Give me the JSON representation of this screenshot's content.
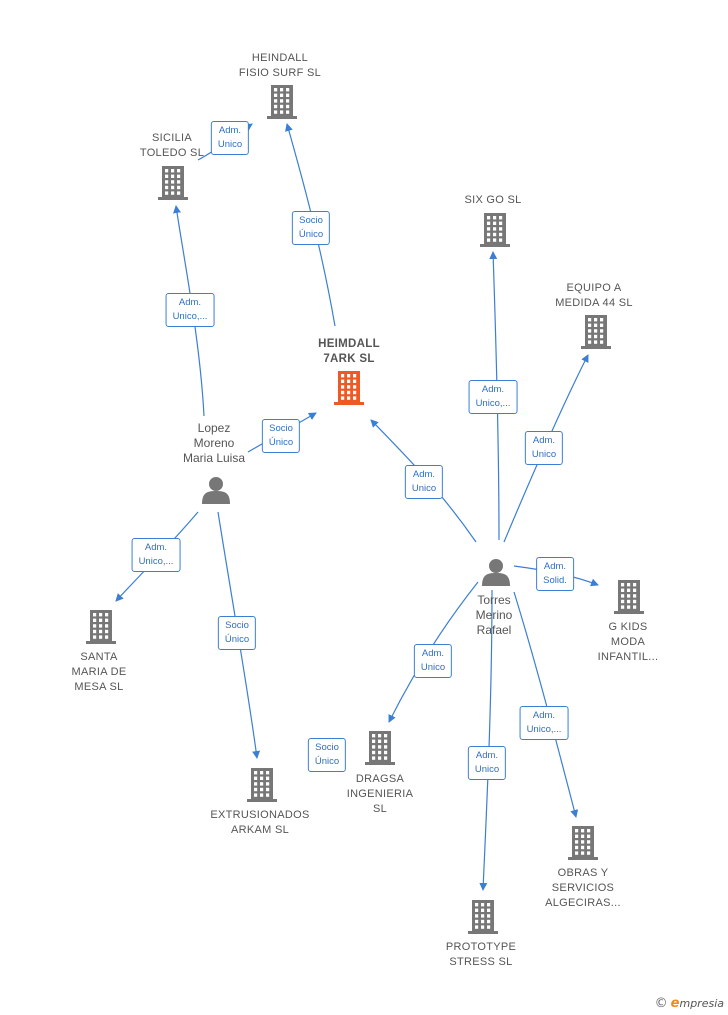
{
  "colors": {
    "building": "#777777",
    "center_building": "#ef5a24",
    "person": "#777777",
    "edge": "#3b7fd4",
    "label_border": "#3b7fd4"
  },
  "nodes": [
    {
      "id": "heimdall7ark",
      "kind": "center",
      "lines": [
        "HEIMDALL",
        "7ARK  SL"
      ]
    },
    {
      "id": "heimdallfisio",
      "kind": "company",
      "lines": [
        "HEINDALL",
        "FISIO SURF  SL"
      ]
    },
    {
      "id": "siciliatoledo",
      "kind": "company",
      "lines": [
        "SICILIA",
        "TOLEDO  SL"
      ]
    },
    {
      "id": "sixgo",
      "kind": "company",
      "lines": [
        "SIX GO  SL"
      ]
    },
    {
      "id": "equipoa",
      "kind": "company",
      "lines": [
        "EQUIPO A",
        "MEDIDA 44  SL"
      ]
    },
    {
      "id": "gkids",
      "kind": "company",
      "lines": [
        "G KIDS",
        "MODA",
        "INFANTIL..."
      ]
    },
    {
      "id": "santamaria",
      "kind": "company",
      "lines": [
        "SANTA",
        "MARIA DE",
        "MESA SL"
      ]
    },
    {
      "id": "extrusionados",
      "kind": "company",
      "lines": [
        "EXTRUSIONADOS",
        "ARKAM  SL"
      ]
    },
    {
      "id": "dragsa",
      "kind": "company",
      "lines": [
        "DRAGSA",
        "INGENIERIA",
        "SL"
      ]
    },
    {
      "id": "prototype",
      "kind": "company",
      "lines": [
        "PROTOTYPE",
        "STRESS SL"
      ]
    },
    {
      "id": "obras",
      "kind": "company",
      "lines": [
        "OBRAS Y",
        "SERVICIOS",
        "ALGECIRAS..."
      ]
    },
    {
      "id": "lopez",
      "kind": "person",
      "lines": [
        "Lopez",
        "Moreno",
        "Maria Luisa"
      ]
    },
    {
      "id": "torres",
      "kind": "person",
      "lines": [
        "Torres",
        "Merino",
        "Rafael"
      ]
    }
  ],
  "edges": [
    {
      "from": "lopez",
      "to": "heimdall7ark",
      "label": [
        "Socio",
        "Único"
      ]
    },
    {
      "from": "lopez",
      "to": "siciliatoledo",
      "label": [
        "Adm.",
        "Unico,..."
      ]
    },
    {
      "from": "lopez",
      "to": "santamaria",
      "label": [
        "Adm.",
        "Unico,..."
      ]
    },
    {
      "from": "lopez",
      "to": "extrusionados",
      "label": [
        "Socio",
        "Único"
      ]
    },
    {
      "from": "heimdall7ark",
      "to": "heimdallfisio",
      "label": [
        "Socio",
        "Único"
      ]
    },
    {
      "from": "siciliatoledo",
      "to": "heimdallfisio",
      "label": [
        "Adm.",
        "Unico"
      ]
    },
    {
      "from": "torres",
      "to": "heimdall7ark",
      "label": [
        "Adm.",
        "Unico"
      ]
    },
    {
      "from": "torres",
      "to": "sixgo",
      "label": [
        "Adm.",
        "Unico,..."
      ]
    },
    {
      "from": "torres",
      "to": "equipoa",
      "label": [
        "Adm.",
        "Unico"
      ]
    },
    {
      "from": "torres",
      "to": "gkids",
      "label": [
        "Adm.",
        "Solid."
      ]
    },
    {
      "from": "torres",
      "to": "dragsa",
      "label": [
        "Adm.",
        "Unico"
      ]
    },
    {
      "from": "dragsa",
      "to": "dragsa",
      "label": [
        "Socio",
        "Único"
      ]
    },
    {
      "from": "torres",
      "to": "prototype",
      "label": [
        "Adm.",
        "Unico"
      ]
    },
    {
      "from": "torres",
      "to": "obras",
      "label": [
        "Adm.",
        "Unico,..."
      ]
    }
  ],
  "brand": {
    "copyright": "©",
    "initial": "e",
    "name": "mpresia"
  }
}
